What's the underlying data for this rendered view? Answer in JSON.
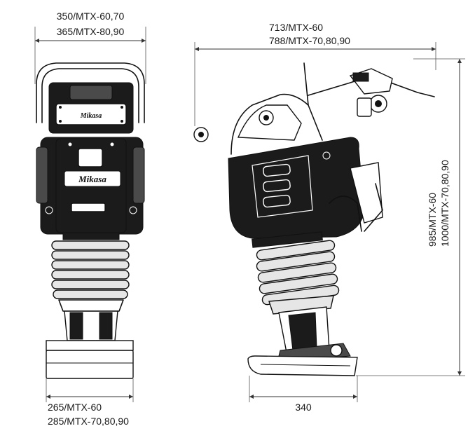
{
  "dimensions": {
    "front_top_width": [
      "350/MTX-60,70",
      "365/MTX-80,90"
    ],
    "front_bottom_width": [
      "265/MTX-60",
      "285/MTX-70,80,90"
    ],
    "side_top_length": [
      "713/MTX-60",
      "788/MTX-70,80,90"
    ],
    "side_bottom_length": "340",
    "side_height": [
      "985/MTX-60",
      "1000/MTX-70,80,90"
    ]
  },
  "branding": {
    "logo_text": "Mikasa"
  },
  "colors": {
    "ink": "#111111",
    "body_dark": "#1b1b1b",
    "bellows_light": "#e6e6e6"
  }
}
